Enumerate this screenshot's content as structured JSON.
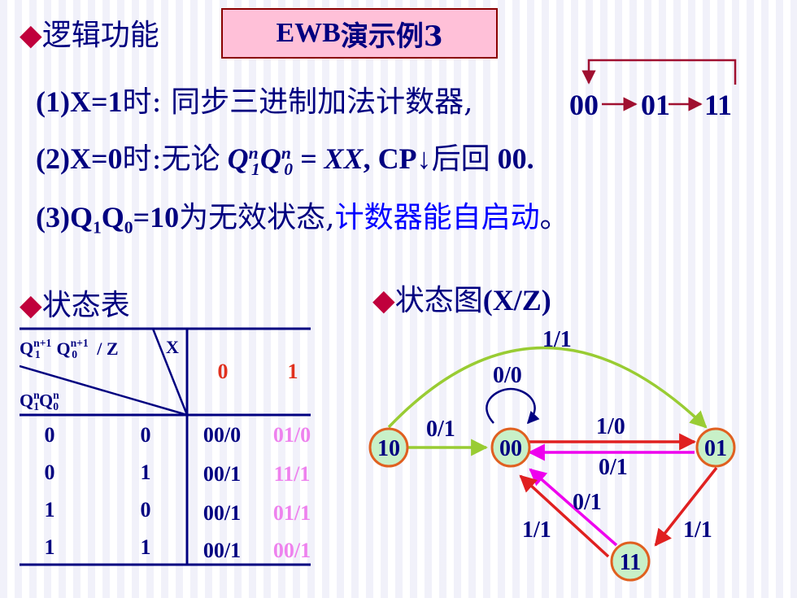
{
  "heading": {
    "bullet": "◆",
    "title": "逻辑功能",
    "demo_box": {
      "prefix": "EWB",
      "suffix": "演示例3"
    }
  },
  "line1": {
    "prefix": "(1)X=1",
    "cn": "时: 同步三进制加法计数器,",
    "seq": [
      "00",
      "01",
      "11"
    ]
  },
  "line2": {
    "prefix": "(2)X=0",
    "cn1": "时:无论",
    "q1": "Q",
    "q1_sub": "1",
    "q1_sup": "n",
    "q0": "Q",
    "q0_sub": "0",
    "q0_sup": "n",
    "eq": "= XX",
    "after": ", CP↓",
    "cn2": "后回",
    "tail": "00."
  },
  "line3": {
    "prefix": "(3)Q",
    "s1": "1",
    "mid": "Q",
    "s0": "0",
    "value": "=10",
    "cn": "为无效状态,",
    "highlight": "计数器能自启动",
    "end": "。"
  },
  "state_table": {
    "bullet": "◆",
    "title": "状态表",
    "header": {
      "next_q1": "Q",
      "next_q1_sub": "1",
      "next_q1_sup": "n+1",
      "next_q0": "Q",
      "next_q0_sub": "0",
      "next_q0_sup": "n+1",
      "slash_z": "/ Z",
      "x": "X",
      "cur_q1": "Q",
      "cur_q1_sub": "1",
      "cur_q1_sup": "n",
      "cur_q0": "Q",
      "cur_q0_sub": "0",
      "cur_q0_sup": "n",
      "col_x0": "0",
      "col_x1": "1"
    },
    "rows": [
      {
        "q1": "0",
        "q0": "0",
        "x0": "00/0",
        "x1": "01/0"
      },
      {
        "q1": "0",
        "q0": "1",
        "x0": "00/1",
        "x1": "11/1"
      },
      {
        "q1": "1",
        "q0": "0",
        "x0": "00/1",
        "x1": "01/1"
      },
      {
        "q1": "1",
        "q0": "1",
        "x0": "00/1",
        "x1": "00/1"
      }
    ]
  },
  "state_diagram": {
    "bullet": "◆",
    "title": "状态图",
    "title_suffix": "(X/Z)",
    "nodes": [
      "10",
      "00",
      "01",
      "11"
    ],
    "edges": [
      {
        "from": "10",
        "to": "01",
        "label": "1/1"
      },
      {
        "from": "00",
        "to": "00",
        "label": "0/0"
      },
      {
        "from": "10",
        "to": "00",
        "label": "0/1"
      },
      {
        "from": "00",
        "to": "01",
        "label": "1/0"
      },
      {
        "from": "01",
        "to": "00",
        "label": "0/1"
      },
      {
        "from": "11",
        "to": "00",
        "label": "0/1"
      },
      {
        "from": "11",
        "to": "00",
        "label": "1/1"
      },
      {
        "from": "01",
        "to": "11",
        "label": "1/1"
      }
    ]
  },
  "colors": {
    "text": "#000080",
    "bullet": "#c0003c",
    "demo_box_bg": "#ffc0d8",
    "highlight": "#0000ff",
    "col_x0": "#e0301e",
    "col_x1": "#ee82ee",
    "node_fill": "#c8f0c8",
    "node_stroke": "#e06020",
    "edge_green": "#99cc33",
    "edge_red": "#e02020",
    "edge_magenta": "#ee00ee",
    "edge_navy": "#000080"
  }
}
